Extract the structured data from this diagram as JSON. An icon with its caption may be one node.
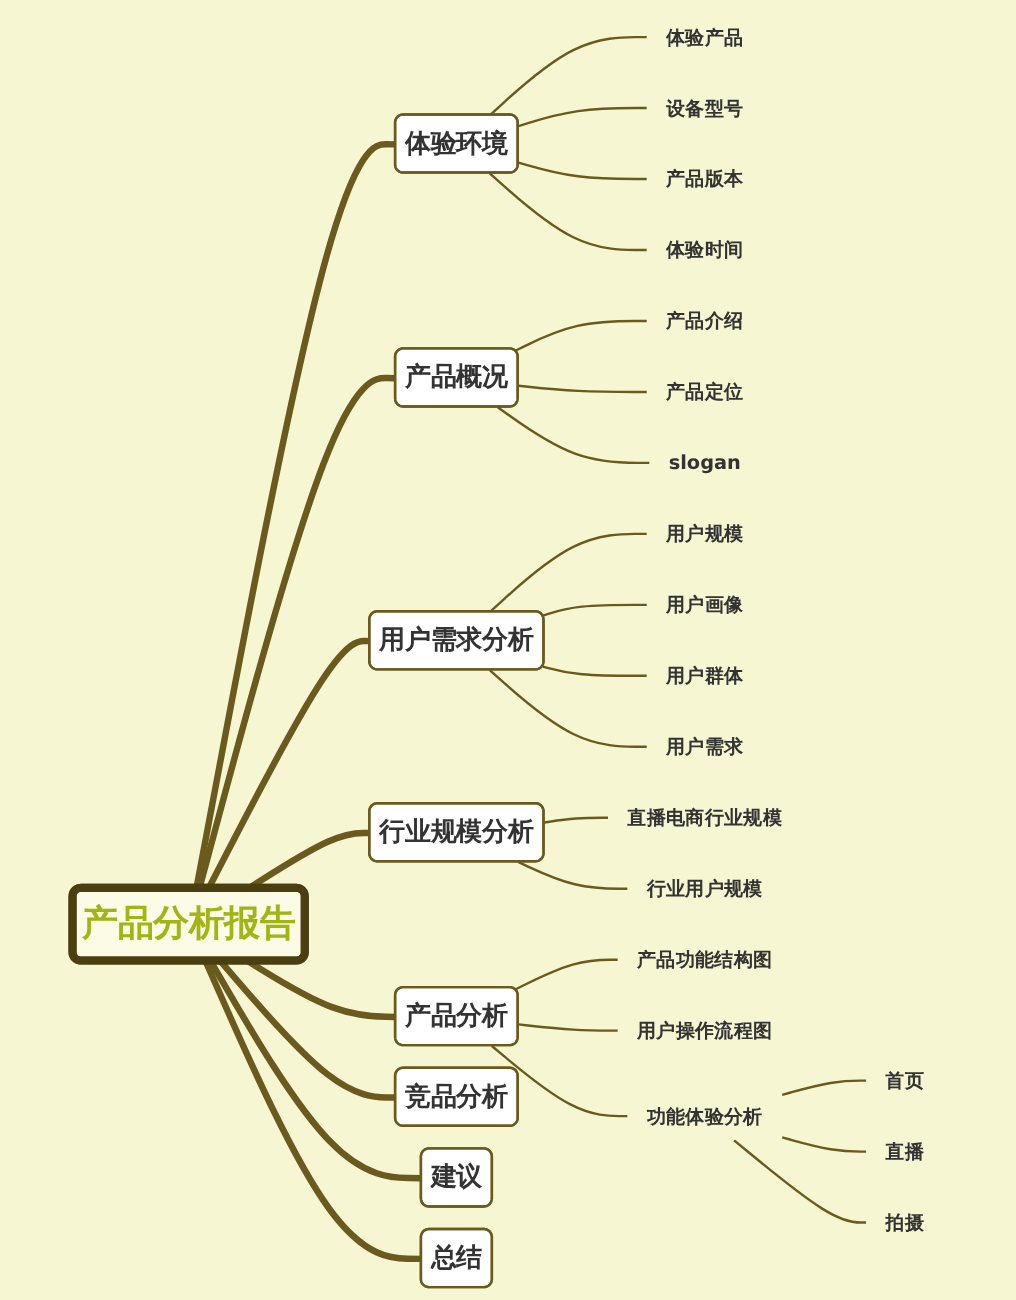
{
  "diagram": {
    "nodes": [
      {
        "text": [
          "产品分析报告"
        ]
      },
      {
        "text": [
          "体验环境"
        ]
      },
      {
        "text": [
          "体验产品"
        ]
      },
      {
        "text": [
          "设备型号"
        ]
      },
      {
        "text": [
          "产品版本"
        ]
      },
      {
        "text": [
          "体验时间"
        ]
      },
      {
        "text": [
          "产品概况"
        ]
      },
      {
        "text": [
          "产品介绍"
        ]
      },
      {
        "text": [
          "产品定位"
        ]
      },
      {
        "text": [
          "slogan"
        ]
      },
      {
        "text": [
          "用户需求分析"
        ]
      },
      {
        "text": [
          "用户规模"
        ]
      },
      {
        "text": [
          "用户画像"
        ]
      },
      {
        "text": [
          "用户群体"
        ]
      },
      {
        "text": [
          "用户需求"
        ]
      },
      {
        "text": [
          "行业规模分析"
        ]
      },
      {
        "text": [
          "直播电商行业规模"
        ]
      },
      {
        "text": [
          "行业用户规模"
        ]
      },
      {
        "text": [
          "产品分析"
        ]
      },
      {
        "text": [
          "产品功能结构图"
        ]
      },
      {
        "text": [
          "用户操作流程图"
        ]
      },
      {
        "text": [
          "功能体验分析"
        ]
      },
      {
        "text": [
          "首页"
        ]
      },
      {
        "text": [
          "直播"
        ]
      },
      {
        "text": [
          "拍摄"
        ]
      },
      {
        "text": [
          "竞品分析"
        ]
      },
      {
        "text": [
          "建议"
        ]
      },
      {
        "text": [
          "总结"
        ]
      }
    ],
    "edges": [
      {
        "from": 0,
        "to": 1,
        "arrow": "none",
        "style": "thick"
      },
      {
        "from": 1,
        "to": 2,
        "arrow": "none"
      },
      {
        "from": 1,
        "to": 3,
        "arrow": "none"
      },
      {
        "from": 1,
        "to": 4,
        "arrow": "none"
      },
      {
        "from": 1,
        "to": 5,
        "arrow": "none"
      },
      {
        "from": 0,
        "to": 6,
        "arrow": "none",
        "style": "thick"
      },
      {
        "from": 6,
        "to": 7,
        "arrow": "none"
      },
      {
        "from": 6,
        "to": 8,
        "arrow": "none"
      },
      {
        "from": 6,
        "to": 9,
        "arrow": "none"
      },
      {
        "from": 0,
        "to": 10,
        "arrow": "none",
        "style": "thick"
      },
      {
        "from": 10,
        "to": 11,
        "arrow": "none"
      },
      {
        "from": 10,
        "to": 12,
        "arrow": "none"
      },
      {
        "from": 10,
        "to": 13,
        "arrow": "none"
      },
      {
        "from": 10,
        "to": 14,
        "arrow": "none"
      },
      {
        "from": 0,
        "to": 15,
        "arrow": "none",
        "style": "thick"
      },
      {
        "from": 15,
        "to": 16,
        "arrow": "none"
      },
      {
        "from": 15,
        "to": 17,
        "arrow": "none"
      },
      {
        "from": 0,
        "to": 18,
        "arrow": "none",
        "style": "thick"
      },
      {
        "from": 18,
        "to": 19,
        "arrow": "none"
      },
      {
        "from": 18,
        "to": 20,
        "arrow": "none"
      },
      {
        "from": 18,
        "to": 21,
        "arrow": "none"
      },
      {
        "from": 21,
        "to": 22,
        "arrow": "none"
      },
      {
        "from": 21,
        "to": 23,
        "arrow": "none"
      },
      {
        "from": 21,
        "to": 24,
        "arrow": "none"
      },
      {
        "from": 0,
        "to": 25,
        "arrow": "none",
        "style": "thick"
      },
      {
        "from": 0,
        "to": 26,
        "arrow": "none",
        "style": "thick"
      },
      {
        "from": 0,
        "to": 27,
        "arrow": "none",
        "style": "thick"
      }
    ]
  }
}
